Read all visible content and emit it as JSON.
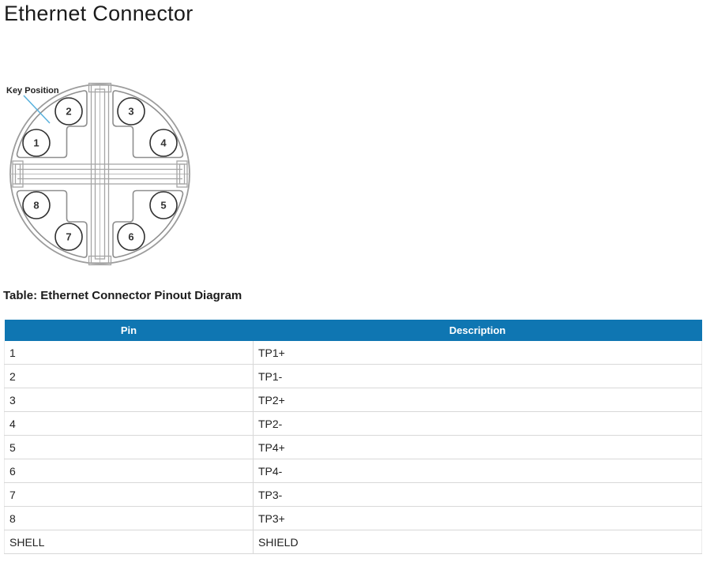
{
  "page": {
    "title": "Ethernet Connector"
  },
  "diagram": {
    "key_position_label": "Key Position",
    "pins": [
      {
        "label": "1"
      },
      {
        "label": "2"
      },
      {
        "label": "3"
      },
      {
        "label": "4"
      },
      {
        "label": "5"
      },
      {
        "label": "6"
      },
      {
        "label": "7"
      },
      {
        "label": "8"
      }
    ]
  },
  "table": {
    "caption": "Table: Ethernet Connector Pinout Diagram",
    "columns": [
      "Pin",
      "Description"
    ],
    "rows": [
      {
        "pin": "1",
        "description": "TP1+"
      },
      {
        "pin": "2",
        "description": "TP1-"
      },
      {
        "pin": "3",
        "description": "TP2+"
      },
      {
        "pin": "4",
        "description": "TP2-"
      },
      {
        "pin": "5",
        "description": "TP4+"
      },
      {
        "pin": "6",
        "description": "TP4-"
      },
      {
        "pin": "7",
        "description": "TP3-"
      },
      {
        "pin": "8",
        "description": "TP3+"
      },
      {
        "pin": "SHELL",
        "description": "SHIELD"
      }
    ]
  },
  "colors": {
    "header_bg": "#0f76b2",
    "header_text": "#ffffff",
    "outline_gray": "#9c9c9c",
    "pin_stroke": "#303030",
    "key_line_blue": "#58b1dd",
    "row_border": "#d8d8d8",
    "text_dark": "#222222"
  }
}
